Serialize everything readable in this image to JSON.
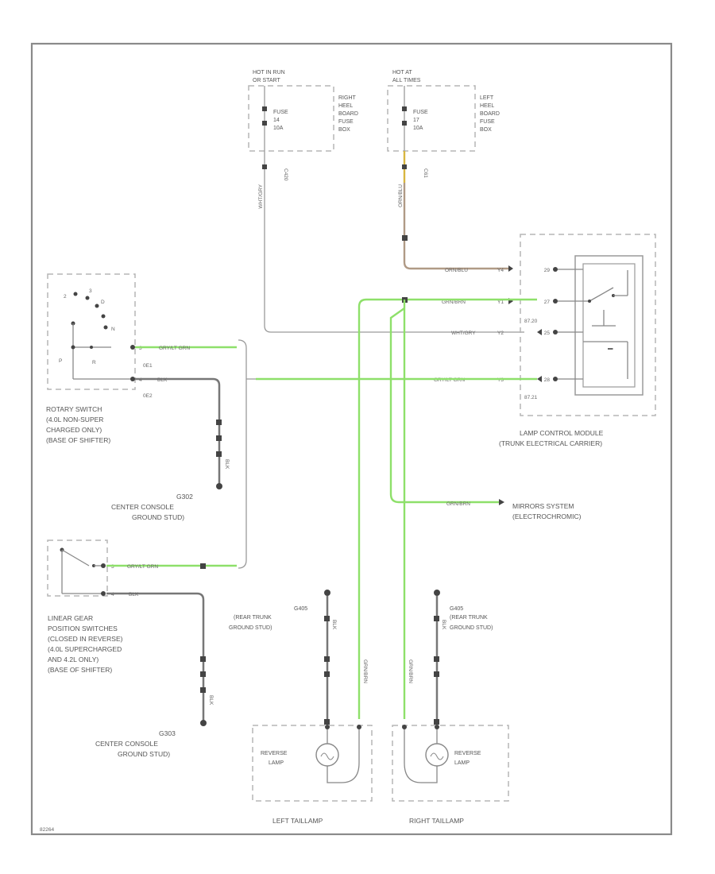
{
  "diagram": {
    "code_label": "82264",
    "power": {
      "run": {
        "line1": "HOT IN RUN",
        "line2": "OR START"
      },
      "always": {
        "line1": "HOT AT",
        "line2": "ALL TIMES"
      }
    },
    "fuses": {
      "right": {
        "line1": "FUSE",
        "line2": "14",
        "line3": "10A"
      },
      "left": {
        "line1": "FUSE",
        "line2": "17",
        "line3": "10A"
      }
    },
    "fuse_boxes": {
      "right": [
        "RIGHT",
        "HEEL",
        "BOARD",
        "FUSE",
        "BOX"
      ],
      "left": [
        "LEFT",
        "HEEL",
        "BOARD",
        "FUSE",
        "BOX"
      ]
    },
    "connectors": {
      "c420": "C420",
      "c61": "C61",
      "r201": "0E1",
      "r202": "0E2",
      "m_37_20": "87.20",
      "m_37_21": "87.21"
    },
    "wires": {
      "run_feed": "WHT/GRY",
      "always_feed": "ORN/BLU",
      "brown": "ORN/BLU",
      "green_top": "GRN/BRN",
      "grey_pin": "WHT/GRY",
      "grn_pin": "GRY/LT GRN",
      "rotary_out": "GRY/LT GRN",
      "rotary_blk": "BLK",
      "rotary_gnd": "BLK",
      "linear_out": "GRY/LT GRN",
      "linear_blk": "BLK",
      "linear_gnd": "BLK",
      "mirrors": "GRN/BRN",
      "lamp_gnd_left": "BLK",
      "lamp_gnd_right": "BLK",
      "lamp_feed_left": "GRN/BRN",
      "lamp_feed_right": "GRN/BRN"
    },
    "pins": {
      "p1": "29",
      "p2": "27",
      "p3": "25",
      "p4": "28",
      "r1": "3",
      "r2": "4",
      "l1": "3",
      "l2": "4"
    },
    "rotary_switch": {
      "positions": [
        "P",
        "R",
        "N",
        "D",
        "3",
        "2"
      ],
      "label": [
        "ROTARY SWITCH",
        "(4.0L NON-SUPER",
        "CHARGED ONLY)",
        "(BASE OF SHIFTER)"
      ]
    },
    "linear_switch": {
      "label": [
        "LINEAR GEAR",
        "POSITION SWITCHES",
        "(CLOSED IN REVERSE)",
        "(4.0L SUPERCHARGED",
        "AND 4.2L ONLY)",
        "(BASE OF SHIFTER)"
      ]
    },
    "grounds": {
      "g302": {
        "id": "G302",
        "line1": "CENTER CONSOLE",
        "line2": "GROUND STUD)"
      },
      "g303": {
        "id": "G303",
        "line1": "CENTER CONSOLE",
        "line2": "GROUND STUD)"
      },
      "g405_left": {
        "id": "G405",
        "line1": "(REAR TRUNK",
        "line2": "GROUND STUD)"
      },
      "g405_right": {
        "id": "G405",
        "line1": "(REAR TRUNK",
        "line2": "GROUND STUD)"
      }
    },
    "module": {
      "line1": "LAMP CONTROL MODULE",
      "line2": "(TRUNK ELECTRICAL CARRIER)"
    },
    "mirrors": {
      "line1": "MIRRORS SYSTEM",
      "line2": "(ELECTROCHROMIC)"
    },
    "lamps": {
      "left": {
        "name_line1": "REVERSE",
        "name_line2": "LAMP",
        "assembly": "LEFT TAILLAMP"
      },
      "right": {
        "name_line1": "REVERSE",
        "name_line2": "LAMP",
        "assembly": "RIGHT TAILLAMP"
      }
    }
  }
}
